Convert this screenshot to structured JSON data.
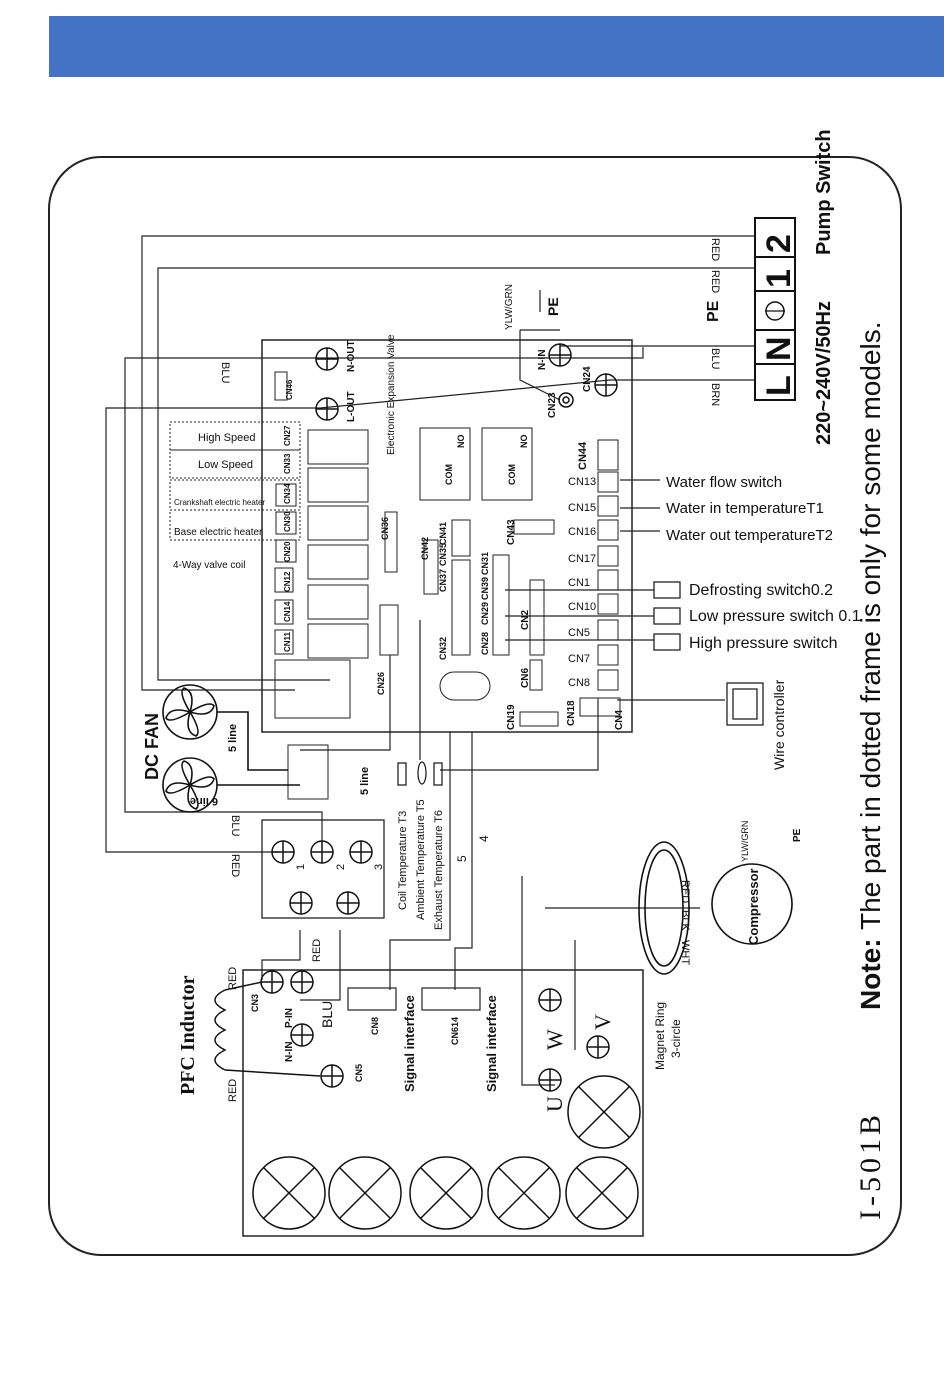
{
  "header": {
    "band_color": "#4472c4"
  },
  "model_label": "I-501B",
  "note_prefix": "Note:",
  "note_text": "The part in dotted frame is only for some models.",
  "power": {
    "supply": "220~240V/50Hz",
    "L": "L",
    "N": "N",
    "pe_label": "PE",
    "pump": "Pump Switch",
    "terminal_1": "1",
    "terminal_2": "2"
  },
  "wires": {
    "red": "RED",
    "blu": "BLU",
    "brn": "BRN",
    "blk": "BLK",
    "wht": "WHT",
    "ylwgrn": "YLW/GRN"
  },
  "board_terminals": {
    "n_out": "N-OUT",
    "l_out": "L-OUT",
    "n_in": "N-IN",
    "cn23": "CN23",
    "cn24": "CN24",
    "pe": "PE",
    "eev": "Electronic Expansion Valve"
  },
  "dotted_loads": {
    "high_speed": "High Speed",
    "low_speed": "Low Speed",
    "crankshaft": "Crankshaft electric heater",
    "base_heater": "Base electric heater",
    "four_way": "4-Way valve coil"
  },
  "connectors": {
    "cn27": "CN27",
    "cn33": "CN33",
    "cn34": "CN34",
    "cn30": "CN30",
    "cn20": "CN20",
    "cn12": "CN12",
    "cn14": "CN14",
    "cn11": "CN11",
    "cn46": "CN46",
    "cn36": "CN36",
    "cn42": "CN42",
    "cn41": "CN41",
    "cn35": "CN35",
    "cn37": "CN37",
    "cn31": "CN31",
    "cn39": "CN39",
    "cn29": "CN29",
    "cn28": "CN28",
    "cn32": "CN32",
    "cn2": "CN2",
    "cn43": "CN43",
    "cn44": "CN44",
    "cn13": "CN13",
    "cn15": "CN15",
    "cn16": "CN16",
    "cn17": "CN17",
    "cn1": "CN1",
    "cn10": "CN10",
    "cn5": "CN5",
    "cn7": "CN7",
    "cn8": "CN8",
    "cn6": "CN6",
    "cn19": "CN19",
    "cn18": "CN18",
    "cn4": "CN4",
    "cn26": "CN26",
    "no": "NO",
    "com": "COM"
  },
  "sensors": {
    "water_flow": "Water flow switch",
    "water_in": "Water in temperatureT1",
    "water_out": "Water out temperatureT2",
    "defrost": "Defrosting switch0.2",
    "low_pressure": "Low pressure switch 0.1",
    "high_pressure": "High pressure switch",
    "wire_controller": "Wire controller"
  },
  "fan": {
    "title": "DC FAN",
    "five_line": "5 line",
    "six_line": "6 line"
  },
  "temps": {
    "t3": "Coil Temperature T3",
    "t5": "Ambient Temperature T5",
    "t6": "Exhaust Temperature T6",
    "w5": "5",
    "w4": "4"
  },
  "driver": {
    "pfc": "PFC Inductor",
    "n_in": "N-IN",
    "p_in": "P-IN",
    "cn3": "CN3",
    "cn5": "CN5",
    "cn8": "CN8",
    "cn614": "CN614",
    "signal": "Signal interface",
    "u": "U",
    "v": "V",
    "w": "W",
    "magnet": "Magnet Ring",
    "circle": "3-circle"
  },
  "compressor": {
    "name": "Compressor"
  },
  "rectifier": {
    "t1": "1",
    "t2": "2",
    "t3": "3"
  }
}
